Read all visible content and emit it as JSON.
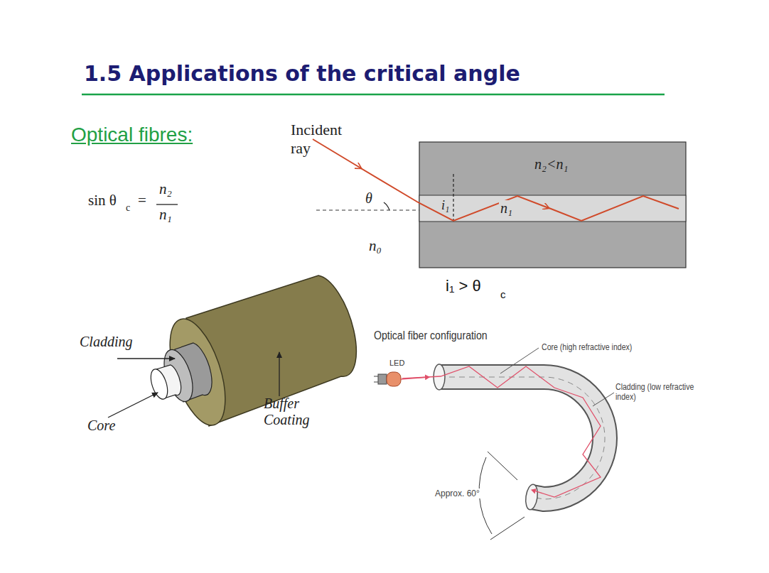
{
  "diagram": {
    "title": "1.5 Applications of the critical angle",
    "nodes": [
      {
        "text": [
          "n₂<n₁"
        ]
      },
      {
        "text": [
          "n₁"
        ],
        "in": 0
      }
    ],
    "labels": [
      "Optical fibres:",
      "sin θ",
      "c",
      "=",
      "n₂",
      "n₁",
      "Incident ray",
      "θ",
      "i₁",
      "n₀",
      "i₁ > θ",
      "c",
      "Cladding",
      "Core",
      "Buffer Coating",
      "Optical fiber configuration",
      "LED",
      "Core (high refractive index)",
      "Cladding (low refractive index)",
      "Approx. 60°"
    ]
  }
}
